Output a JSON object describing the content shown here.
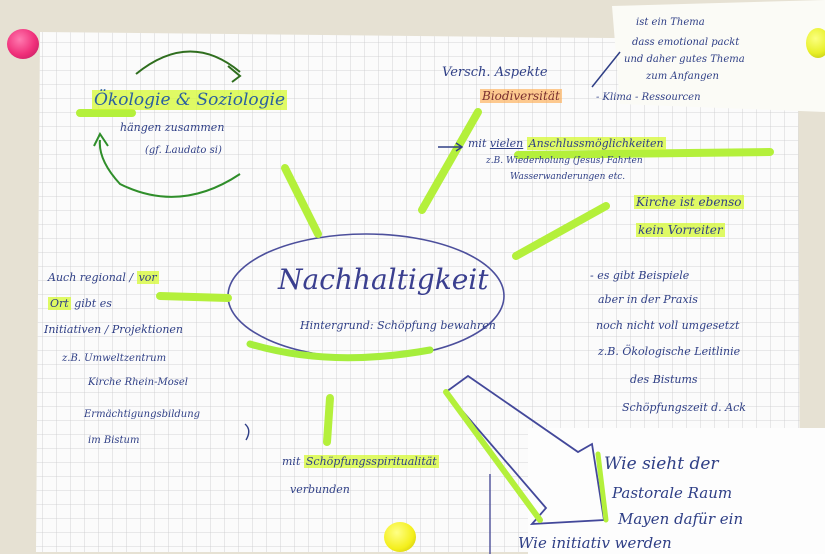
{
  "mindmap": {
    "center": {
      "title": "Nachhaltigkeit",
      "subtitle": "Hintergrund: Schöpfung bewahren"
    },
    "top_left": {
      "title": "Ökologie & Soziologie",
      "line1": "hängen zusammen",
      "line2": "(gf. Laudato si)"
    },
    "top_right": {
      "line1": "Versch. Aspekte",
      "highlight": "Biodiversität",
      "line2": "- Klima - Ressourcen"
    },
    "top_note": {
      "line1": "ist ein Thema",
      "line2": "dass emotional packt",
      "line3": "und daher gutes Thema",
      "line4": "zum Anfangen"
    },
    "right_upper": {
      "prefix": "mit",
      "underlined": "vielen",
      "highlight": "Anschlussmöglichkeiten",
      "line2": "z.B. Wiederholung (Jesus) Fahrten",
      "line3": "Wasserwanderungen etc."
    },
    "right_callout": {
      "line1": "Kirche ist ebenso",
      "line2": "kein Vorreiter"
    },
    "right_lower": {
      "line1": "- es gibt Beispiele",
      "line2": "aber in der Praxis",
      "line3": "noch nicht voll umgesetzt",
      "line4": "z.B. Ökologische Leitlinie",
      "line5": "des Bistums",
      "line6": "Schöpfungszeit d. Ack"
    },
    "left": {
      "line1_prefix": "Auch regional /",
      "line1_hl": "vor",
      "line2_hl": "Ort",
      "line2_rest": "gibt es",
      "line3": "Initiativen / Projektionen",
      "line4": "z.B. Umweltzentrum",
      "line5": "Kirche Rhein-Mosel",
      "line6": "Ermächtigungsbildung",
      "line7": "im Bistum"
    },
    "bottom": {
      "prefix": "mit",
      "highlight": "Schöpfungsspiritualität",
      "line2": "verbunden"
    },
    "bottom_right": {
      "line1": "Wie sieht der",
      "line2": "Pastorale Raum",
      "line3": "Mayen dafür ein",
      "line4": "Wie initiativ werden"
    }
  },
  "pins": [
    {
      "color": "#f0307a",
      "name": "pink-pin"
    },
    {
      "color": "#e8f028",
      "name": "yellow-pin-top-right"
    },
    {
      "color": "#f4ef1c",
      "name": "yellow-pin-bottom"
    }
  ],
  "colors": {
    "ink": "#2f3f86",
    "green_marker": "#b5ef3a",
    "orange_marker": "#ff9a4a"
  }
}
